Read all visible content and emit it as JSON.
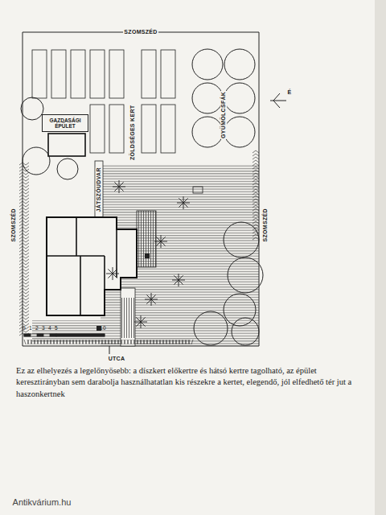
{
  "diagram": {
    "caption": "Ez az elhelyezés a legelőnyösebb: a díszkert előkertre és hátsó kertre tagolható, az épület keresztirányban sem darabolja használhatatlan kis részekre a kertet, elegendő, jól elfedhető tér jut a haszonkertnek",
    "nodes": [
      {
        "text": [
          "GAZDASÁGI ÉPÜLET"
        ]
      }
    ],
    "labels": [
      "SZOMSZÉD",
      "ZÖLDSÉGES KERT",
      "GYÜMÖLCSFÁK",
      "É",
      "JÁTSZÓUDVAR",
      "SZOMSZÉD",
      "SZOMSZÉD",
      "0",
      "1",
      "2",
      "3",
      "4",
      "5",
      "10",
      "UTCA",
      "Antikvárium.hu"
    ]
  }
}
